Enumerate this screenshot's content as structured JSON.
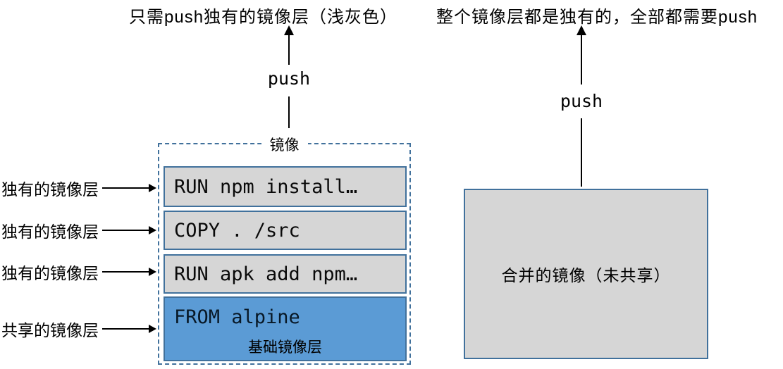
{
  "headings": {
    "left": "只需push独有的镜像层（浅灰色）",
    "right": "整个镜像层都是独有的，全部都需要push"
  },
  "arrows": {
    "push_left_label": "push",
    "push_right_label": "push"
  },
  "image_group": {
    "legend": "镜像",
    "layers": [
      {
        "text": "RUN npm install…",
        "type": "unique"
      },
      {
        "text": "COPY . /src",
        "type": "unique"
      },
      {
        "text": "RUN apk add npm…",
        "type": "unique"
      },
      {
        "text": "FROM alpine",
        "sublabel": "基础镜像层",
        "type": "shared"
      }
    ]
  },
  "side_labels": [
    "独有的镜像层",
    "独有的镜像层",
    "独有的镜像层",
    "共享的镜像层"
  ],
  "merged_box": {
    "label": "合并的镜像（未共享）"
  },
  "colors": {
    "border_blue": "#41719C",
    "shared_layer_blue": "#5B9BD5",
    "layer_gray": "#D6D6D6",
    "text": "#000000"
  }
}
